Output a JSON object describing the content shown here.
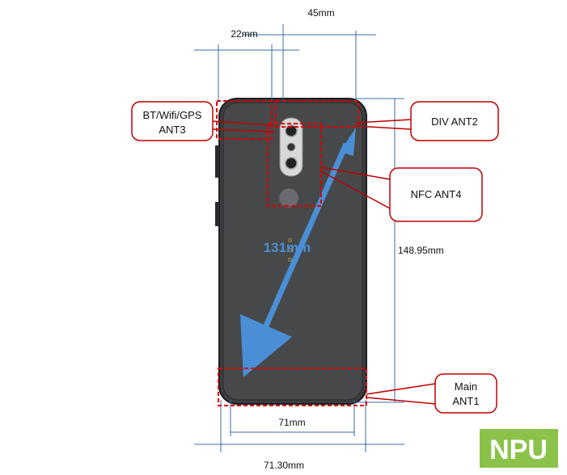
{
  "dimensions": {
    "top_width": "45mm",
    "camera_offset": "22mm",
    "height": "148.95mm",
    "diagonal": "131mm",
    "bottom_inner": "71mm",
    "bottom_outer": "71.30mm"
  },
  "antennas": {
    "ant3_line1": "BT/Wifi/GPS",
    "ant3_line2": "ANT3",
    "ant2": "DIV ANT2",
    "ant4": "NFC ANT4",
    "main_line1": "Main",
    "main_line2": "ANT1"
  },
  "watermark": "NPU",
  "colors": {
    "antenna_red": "#e00000",
    "dimension_blue": "#4a8fd6",
    "watermark_green": "#8bc34a"
  }
}
